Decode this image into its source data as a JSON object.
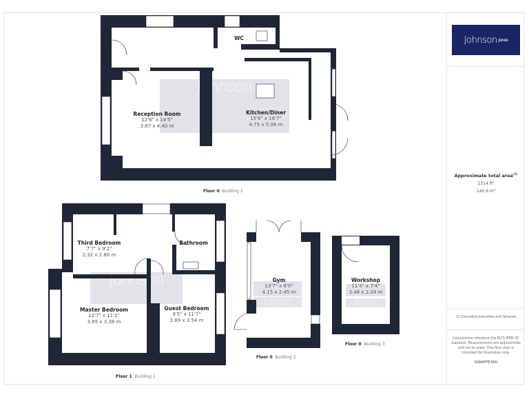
{
  "logo": {
    "text_main": "Johnson",
    "text_sub": "Jones",
    "bg_color": "#1b2566"
  },
  "summary": {
    "title": "Approximate total area",
    "title_sup": "(1)",
    "sqft": "1514 ft²",
    "sqm": "140.6 m²",
    "footnote": "(1) Excluding balconies and terraces",
    "disclaimer": "Calculations reference the RICS IPMS 3C standard. Measurements are approximate and not to scale. This floor plan is intended for illustration only.",
    "brand": "GIRAFFE360"
  },
  "wall_color": "#1f2636",
  "watermark": "Johnson",
  "rooms": [
    {
      "name": "Reception Room",
      "imperial": "12'8\" x 14'5\"",
      "metric": "3.87 x 4.40 m"
    },
    {
      "name": "Kitchen/Diner",
      "imperial": "15'6\" x 16'7\"",
      "metric": "4.75 x 5.08 m"
    },
    {
      "name": "WC"
    },
    {
      "name": "Third Bedroom",
      "imperial": "7'7\" x 9'2\"",
      "metric": "2.32 x 2.80 m"
    },
    {
      "name": "Bathroom"
    },
    {
      "name": "Master Bedroom",
      "imperial": "12'7\" x 11'1\"",
      "metric": "3.85 x 3.38 m"
    },
    {
      "name": "Guest Bedroom",
      "imperial": "9'5\" x 11'7\"",
      "metric": "2.89 x 3.54 m"
    },
    {
      "name": "Gym",
      "imperial": "13'7\" x 8'0\"",
      "metric": "4.15 x 2.45 m"
    },
    {
      "name": "Workshop",
      "imperial": "11'4\" x 7'4\"",
      "metric": "3.48 x 2.24 m"
    }
  ],
  "captions": [
    {
      "floor": "Floor 0",
      "building": "Building 1"
    },
    {
      "floor": "Floor 1",
      "building": "Building 1"
    },
    {
      "floor": "Floor 0",
      "building": "Building 2"
    },
    {
      "floor": "Floor 0",
      "building": "Building 3"
    }
  ]
}
